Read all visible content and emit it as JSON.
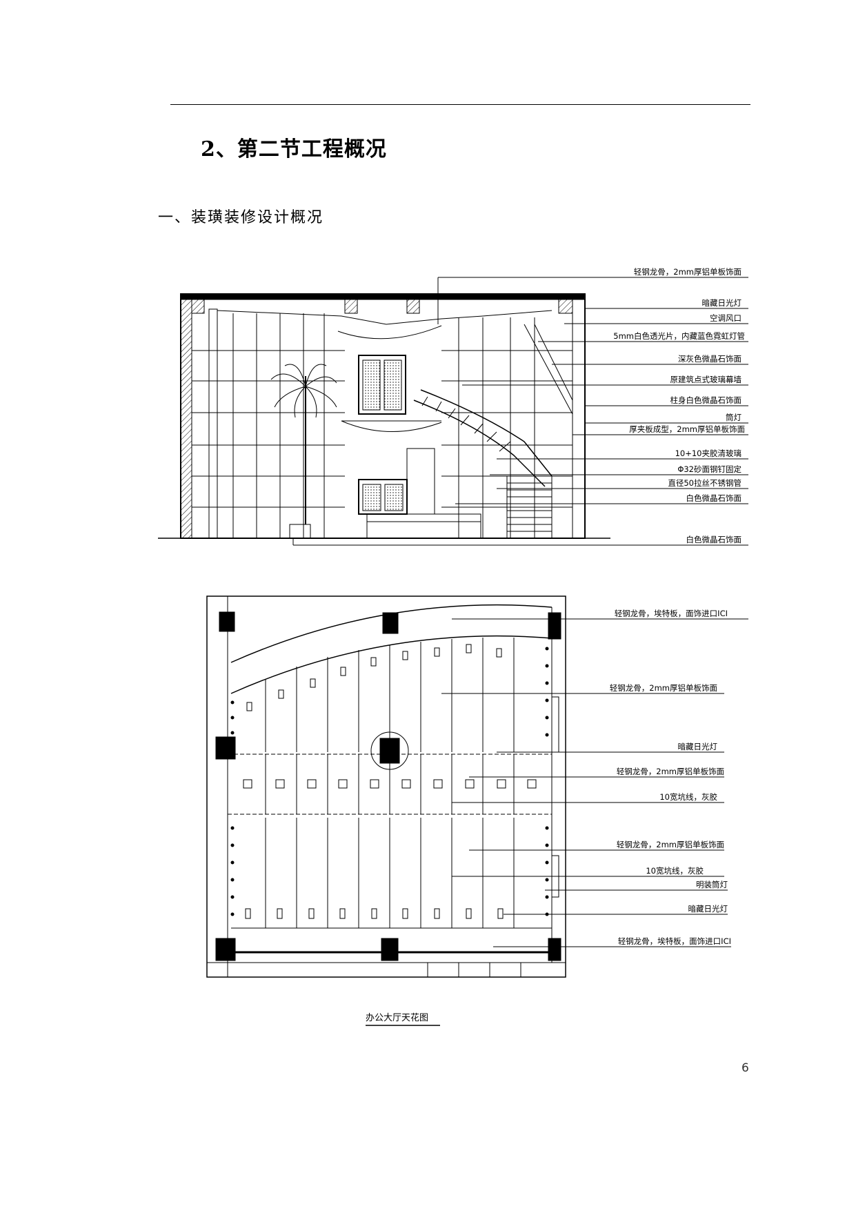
{
  "section_title": "2、第二节工程概况",
  "sub_title": "一、装璜装修设计概况",
  "elevation_labels": [
    "轻钢龙骨，2mm厚铝单板饰面",
    "暗藏日光灯",
    "空调风口",
    "5mm白色透光片，内藏蓝色霓虹灯管",
    "深灰色微晶石饰面",
    "原建筑点式玻璃幕墙",
    "柱身白色微晶石饰面",
    "筒灯",
    "厚夹板成型，2mm厚铝单板饰面",
    "10+10夹胶清玻璃",
    "Φ32砂面钢钉固定",
    "直径50拉丝不锈钢管",
    "白色微晶石饰面",
    "白色微晶石饰面"
  ],
  "plan_labels": [
    "轻钢龙骨，埃特板，面饰进口ICI",
    "轻钢龙骨，2mm厚铝单板饰面",
    "暗藏日光灯",
    "轻钢龙骨，2mm厚铝单板饰面",
    "10宽坑线，灰胶",
    "轻钢龙骨，2mm厚铝单板饰面",
    "10宽坑线，灰胶",
    "明装筒灯",
    "暗藏日光灯",
    "轻钢龙骨，埃特板，面饰进口ICI"
  ],
  "plan_caption": "办公大厅天花图",
  "page_number": "6"
}
